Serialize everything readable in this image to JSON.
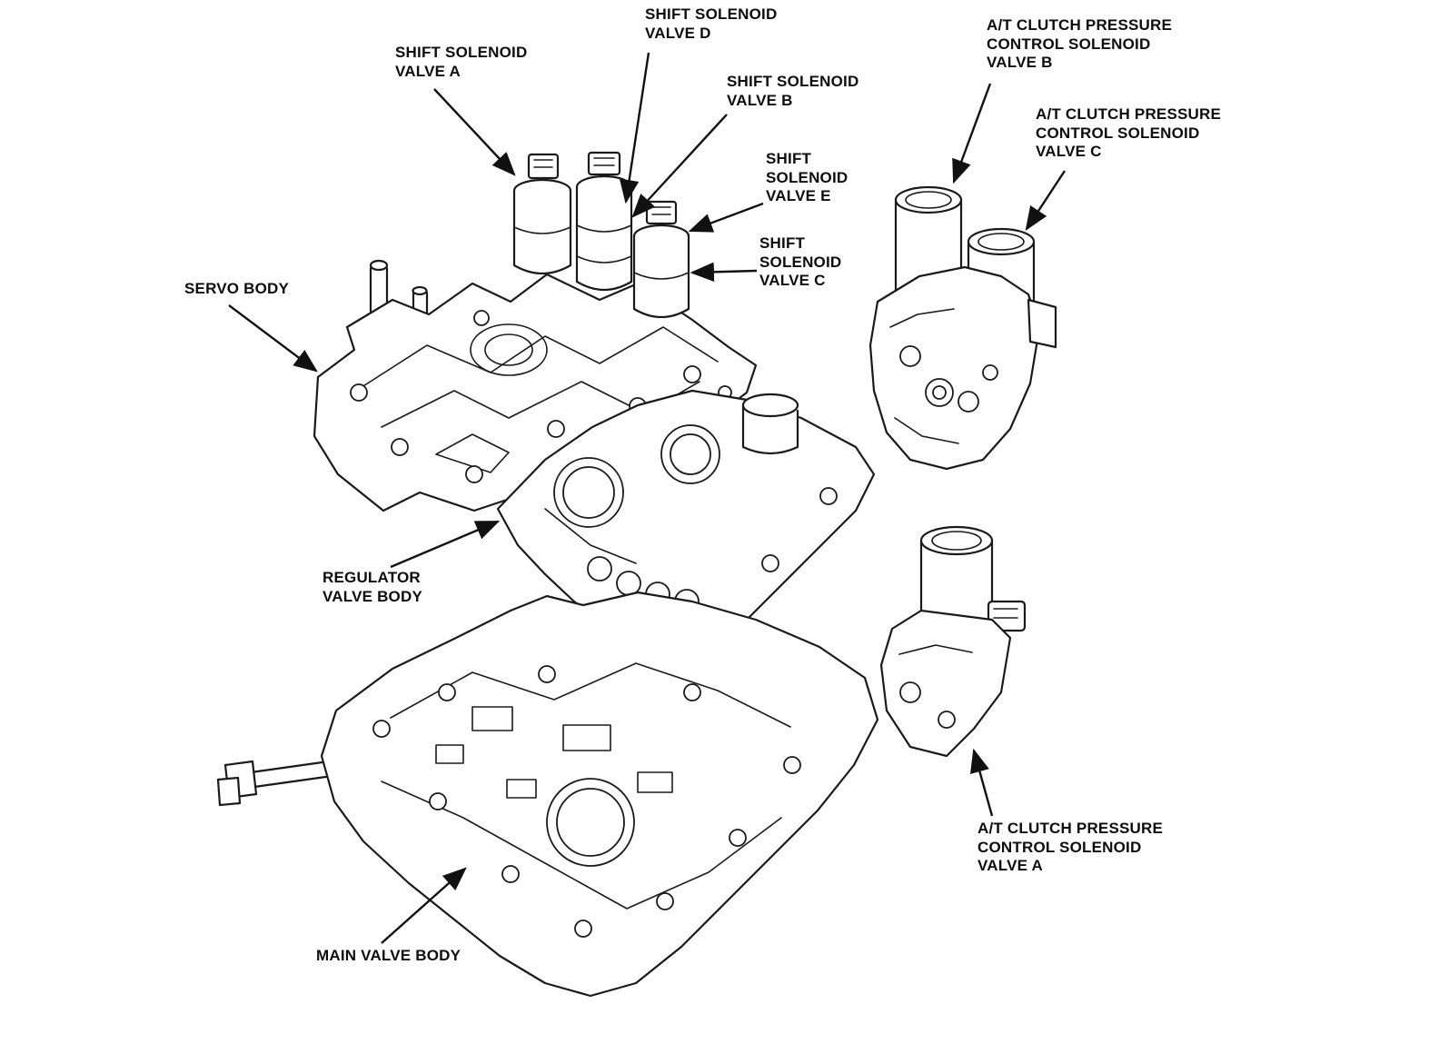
{
  "labels": {
    "shift_solenoid_valve_a": "SHIFT SOLENOID\nVALVE A",
    "shift_solenoid_valve_d": "SHIFT SOLENOID\nVALVE D",
    "shift_solenoid_valve_b": "SHIFT SOLENOID\nVALVE B",
    "shift_solenoid_valve_e": "SHIFT\nSOLENOID\nVALVE E",
    "shift_solenoid_valve_c": "SHIFT\nSOLENOID\nVALVE C",
    "at_clutch_pressure_control_solenoid_valve_b": "A/T CLUTCH PRESSURE\nCONTROL SOLENOID\nVALVE B",
    "at_clutch_pressure_control_solenoid_valve_c": "A/T CLUTCH PRESSURE\nCONTROL SOLENOID\nVALVE C",
    "at_clutch_pressure_control_solenoid_valve_a": "A/T CLUTCH PRESSURE\nCONTROL SOLENOID\nVALVE A",
    "servo_body": "SERVO BODY",
    "regulator_valve_body": "REGULATOR\nVALVE BODY",
    "main_valve_body": "MAIN VALVE BODY"
  },
  "colors": {
    "line": "#1a1a1a",
    "background": "#ffffff"
  }
}
